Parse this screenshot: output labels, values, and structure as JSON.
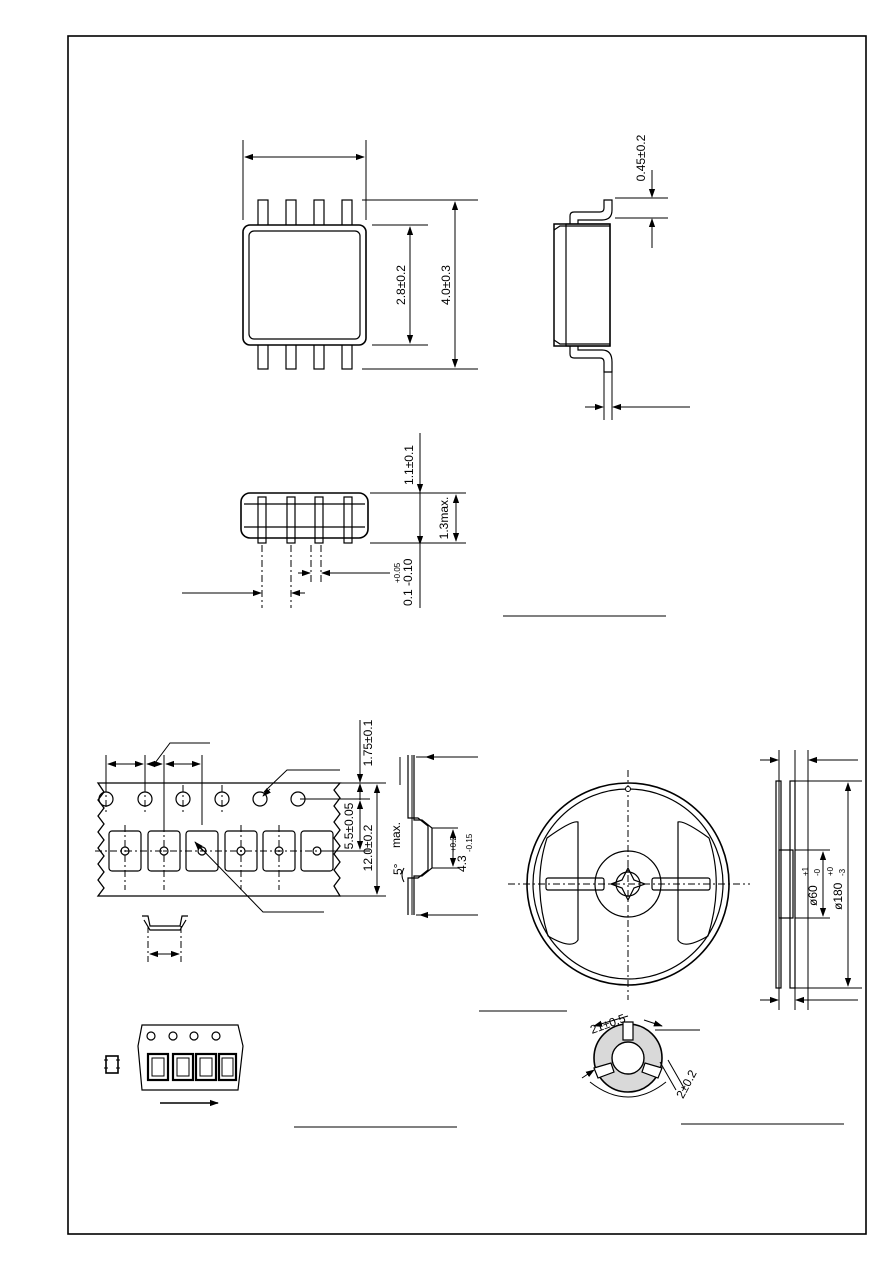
{
  "dimensions": {
    "lead_length": "0.45±0.2",
    "body_width": "2.8±0.2",
    "total_width": "4.0±0.3",
    "body_thickness": "1.1±0.1",
    "max_height": "1.3max.",
    "standoff_main": "0.1",
    "standoff_tol": "-0.10",
    "standoff_tol_plus": "+0.05",
    "tape_edge": "1.75±0.1",
    "tape_pitch": "5.5±0.05",
    "tape_width": "12.0±0.2",
    "pocket_depth_main": "4.3",
    "pocket_depth_plus": "+0.2",
    "pocket_depth_minus": "-0.15",
    "draft_angle": "5°",
    "draft_max": "max.",
    "hub_diameter_main": "ø60",
    "hub_diameter_plus": "+1",
    "hub_diameter_minus": "-0",
    "reel_diameter_main": "ø180",
    "reel_diameter_plus": "+0",
    "reel_diameter_minus": "-3",
    "hub_slot": "21±0.5",
    "hub_key": "2±0.2"
  }
}
